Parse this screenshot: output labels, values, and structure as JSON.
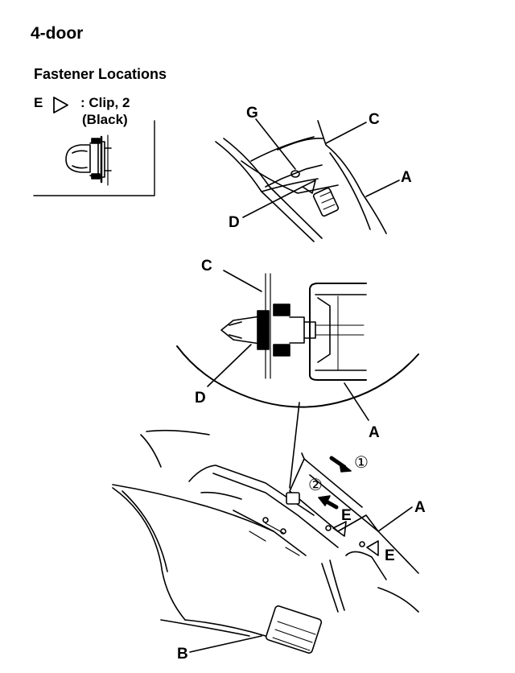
{
  "title": "4-door",
  "section_heading": "Fastener Locations",
  "legend": {
    "key": "E",
    "symbol": "triangle-outline-icon",
    "description": ": Clip, 2",
    "color_note": "(Black)"
  },
  "callouts": {
    "A": "A",
    "B": "B",
    "C": "C",
    "D": "D",
    "G": "G",
    "E": "E"
  },
  "steps": {
    "one": "①",
    "two": "②"
  }
}
